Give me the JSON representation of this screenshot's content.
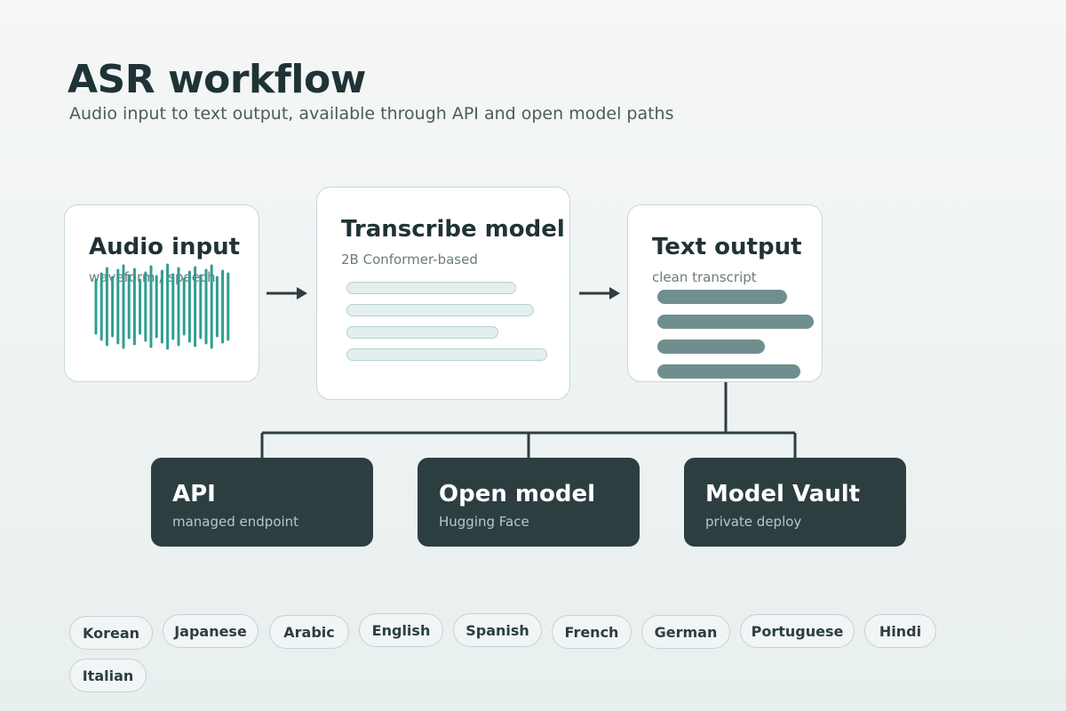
{
  "header": {
    "title": "ASR workflow",
    "subtitle": "Audio input to text output, available through API and open model paths"
  },
  "pipeline": {
    "audio_input": {
      "title": "Audio input",
      "subtitle": "waveform / speech"
    },
    "transcribe_model": {
      "title": "Transcribe model",
      "subtitle": "2B Conformer-based"
    },
    "text_output": {
      "title": "Text output",
      "subtitle": "clean transcript"
    }
  },
  "destinations": [
    {
      "title": "API",
      "subtitle": "managed endpoint"
    },
    {
      "title": "Open model",
      "subtitle": "Hugging Face"
    },
    {
      "title": "Model Vault",
      "subtitle": "private deploy"
    }
  ],
  "languages": [
    "Korean",
    "Japanese",
    "Arabic",
    "English",
    "Spanish",
    "French",
    "German",
    "Portuguese",
    "Hindi",
    "Italian"
  ],
  "colors": {
    "waveform": "#2f9e91",
    "arrow": "#2d3e41",
    "dark_card": "#2d3e41",
    "transcript_bar": "#6f8f8f",
    "model_bar": "#e3efee"
  }
}
